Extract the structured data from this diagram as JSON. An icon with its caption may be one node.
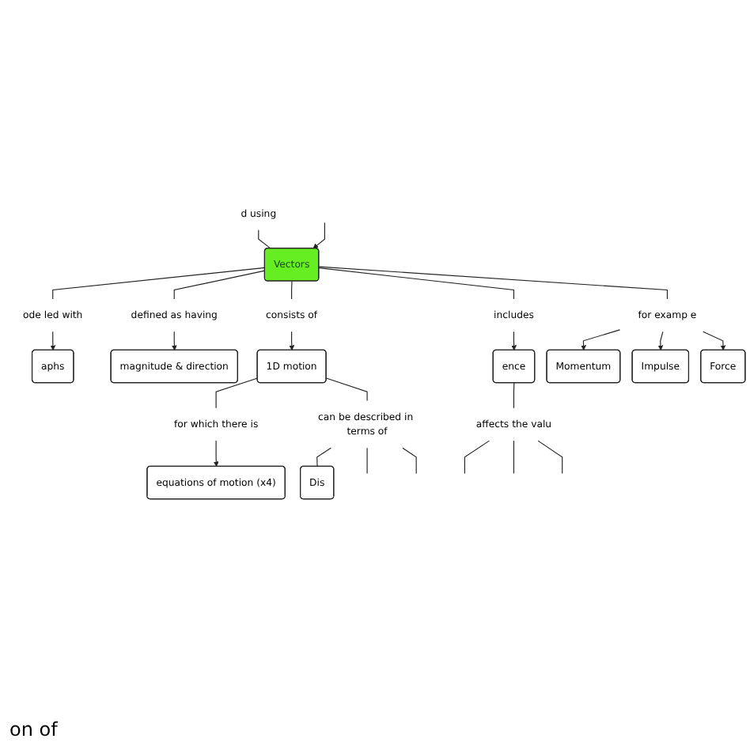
{
  "diagram": {
    "nodes": [
      {
        "text": [
          "aphs"
        ]
      },
      {
        "text": [
          "magnitude & direction"
        ]
      },
      {
        "text": [
          "equations of motion (x4)"
        ]
      },
      {
        "text": [
          "ode led with"
        ]
      },
      {
        "text": [
          "defined as having"
        ]
      },
      {
        "text": [
          "for which there is"
        ]
      },
      {
        "text": [
          "1D motion"
        ]
      },
      {
        "text": [
          "Dis"
        ]
      },
      {
        "text": [
          "consists of"
        ]
      },
      {
        "text": [
          "d using"
        ]
      },
      {
        "text": [
          "Vectors"
        ]
      },
      {
        "text": [
          "can be described in terms of"
        ]
      },
      {
        "text": [
          "Momentum"
        ]
      },
      {
        "text": [
          "Impulse"
        ]
      },
      {
        "text": [
          "ence"
        ]
      },
      {
        "text": [
          "includes"
        ]
      },
      {
        "text": [
          "for examp e"
        ]
      },
      {
        "text": [
          "Force"
        ]
      },
      {
        "text": [
          "affects the valu"
        ]
      }
    ],
    "edges": [
      {
        "from": 10,
        "to": 3,
        "arrow": "none"
      },
      {
        "from": 3,
        "to": 0,
        "arrow": "to"
      },
      {
        "from": 10,
        "to": 4,
        "arrow": "none"
      },
      {
        "from": 4,
        "to": 1,
        "arrow": "to"
      },
      {
        "from": 10,
        "to": 8,
        "arrow": "none"
      },
      {
        "from": 8,
        "to": 6,
        "arrow": "to"
      },
      {
        "from": 6,
        "to": 5,
        "arrow": "none"
      },
      {
        "from": 5,
        "to": 2,
        "arrow": "to"
      },
      {
        "from": 6,
        "to": 11,
        "arrow": "none"
      },
      {
        "from": 11,
        "to": 7,
        "arrow": "none"
      },
      {
        "from": 11,
        "to": null,
        "arrow": "none"
      },
      {
        "from": 11,
        "to": null,
        "arrow": "none"
      },
      {
        "from": 9,
        "to": 10,
        "arrow": "none"
      },
      {
        "from": null,
        "to": 10,
        "arrow": "to"
      },
      {
        "from": 10,
        "to": 15,
        "arrow": "none"
      },
      {
        "from": 15,
        "to": 14,
        "arrow": "to"
      },
      {
        "from": 10,
        "to": 16,
        "arrow": "none"
      },
      {
        "from": 16,
        "to": 12,
        "arrow": "to"
      },
      {
        "from": 16,
        "to": 13,
        "arrow": "to"
      },
      {
        "from": 16,
        "to": 17,
        "arrow": "to"
      },
      {
        "from": 14,
        "to": 18,
        "arrow": "none"
      },
      {
        "from": 18,
        "to": null,
        "arrow": "none"
      },
      {
        "from": 18,
        "to": null,
        "arrow": "none"
      },
      {
        "from": 18,
        "to": null,
        "arrow": "none"
      }
    ],
    "labels": [
      "on of"
    ]
  }
}
